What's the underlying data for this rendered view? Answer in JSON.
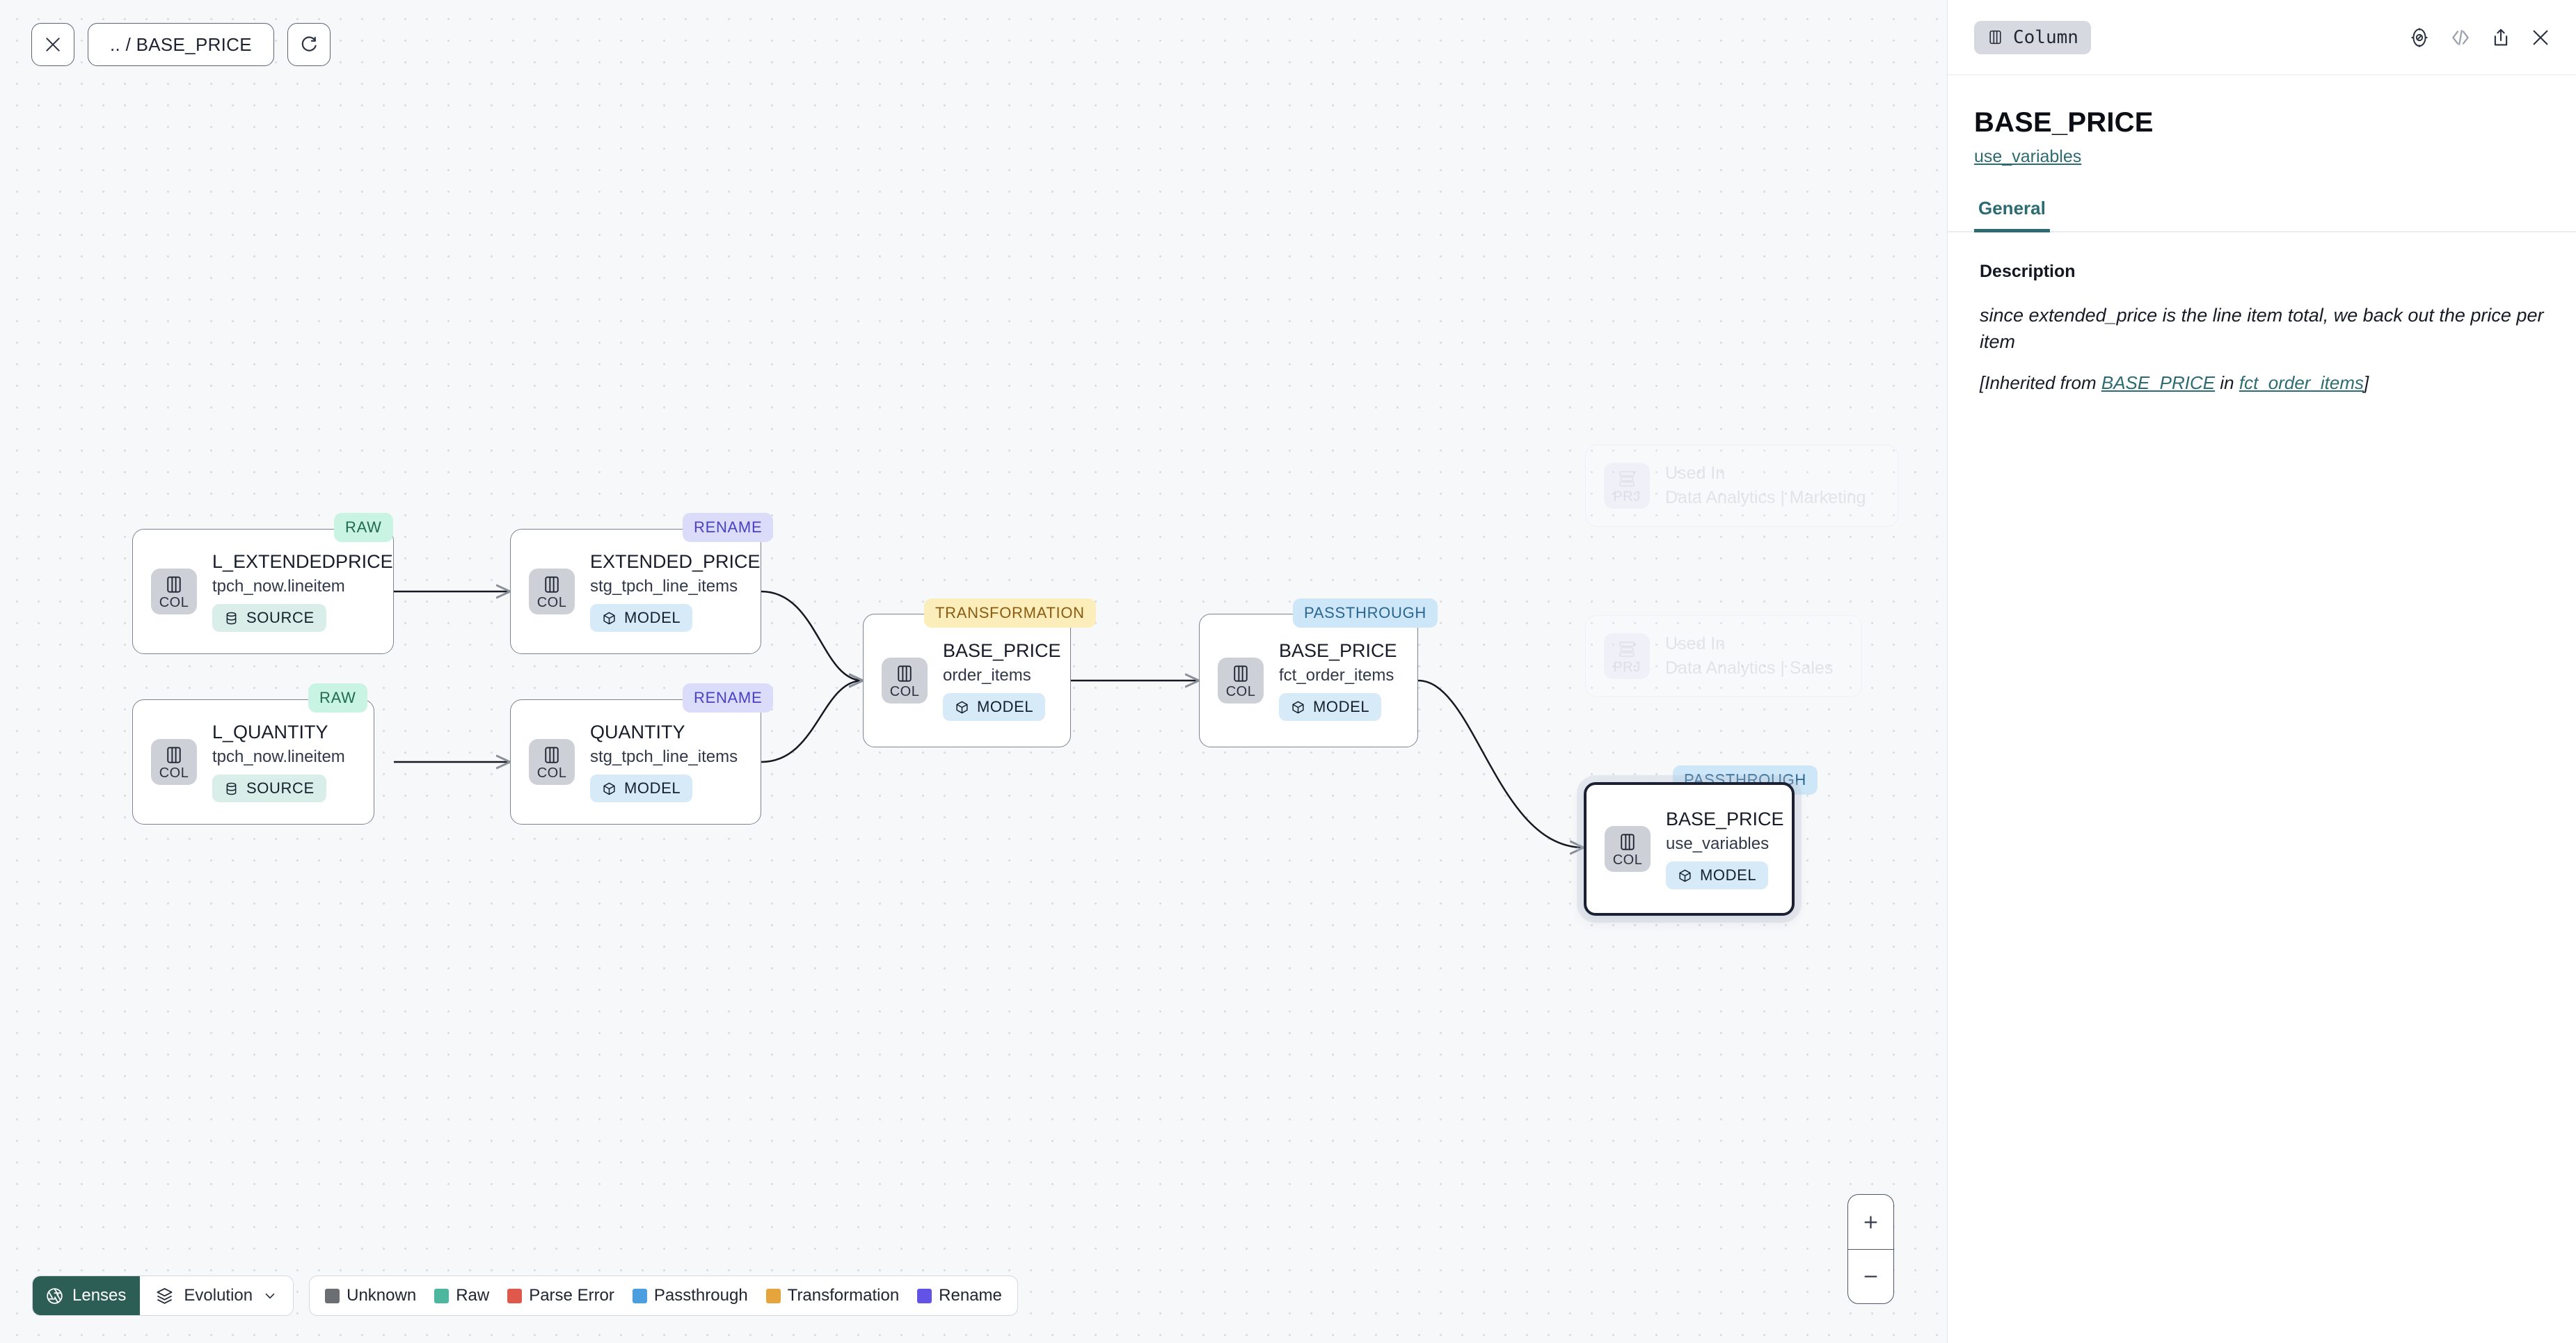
{
  "toolbar": {
    "close_icon": "close-icon",
    "breadcrumb": ".. / BASE_PRICE",
    "refresh_icon": "refresh-icon"
  },
  "graph": {
    "nodes": [
      {
        "id": "l_extendedprice",
        "title": "L_EXTENDEDPRICE",
        "subtitle": "tpch_now.lineitem",
        "kind": "COL",
        "pill": "SOURCE",
        "pill_icon": "database-icon",
        "tag": "RAW",
        "selected": false
      },
      {
        "id": "l_quantity",
        "title": "L_QUANTITY",
        "subtitle": "tpch_now.lineitem",
        "kind": "COL",
        "pill": "SOURCE",
        "pill_icon": "database-icon",
        "tag": "RAW",
        "selected": false
      },
      {
        "id": "extended_price",
        "title": "EXTENDED_PRICE",
        "subtitle": "stg_tpch_line_items",
        "kind": "COL",
        "pill": "MODEL",
        "pill_icon": "cube-icon",
        "tag": "RENAME",
        "selected": false
      },
      {
        "id": "quantity",
        "title": "QUANTITY",
        "subtitle": "stg_tpch_line_items",
        "kind": "COL",
        "pill": "MODEL",
        "pill_icon": "cube-icon",
        "tag": "RENAME",
        "selected": false
      },
      {
        "id": "base_price_order_items",
        "title": "BASE_PRICE",
        "subtitle": "order_items",
        "kind": "COL",
        "pill": "MODEL",
        "pill_icon": "cube-icon",
        "tag": "TRANSFORMATION",
        "selected": false
      },
      {
        "id": "base_price_fct",
        "title": "BASE_PRICE",
        "subtitle": "fct_order_items",
        "kind": "COL",
        "pill": "MODEL",
        "pill_icon": "cube-icon",
        "tag": "PASSTHROUGH",
        "selected": false
      },
      {
        "id": "base_price_use_variables",
        "title": "BASE_PRICE",
        "subtitle": "use_variables",
        "kind": "COL",
        "pill": "MODEL",
        "pill_icon": "cube-icon",
        "tag": "PASSTHROUGH",
        "selected": true
      }
    ],
    "ghost_nodes": [
      {
        "id": "used_in_marketing",
        "title": "Used In",
        "subtitle": "Data Analytics | Marketing",
        "kind": "PRJ"
      },
      {
        "id": "used_in_sales",
        "title": "Used In",
        "subtitle": "Data Analytics | Sales",
        "kind": "PRJ"
      }
    ]
  },
  "bottom": {
    "lenses_label": "Lenses",
    "lenses_icon": "aperture-icon",
    "evolution_label": "Evolution",
    "evolution_icon": "layers-icon",
    "chevron_icon": "chevron-down-icon",
    "legend": [
      {
        "label": "Unknown",
        "color": "#6b6f74"
      },
      {
        "label": "Raw",
        "color": "#4cb79e"
      },
      {
        "label": "Parse Error",
        "color": "#e0574c"
      },
      {
        "label": "Passthrough",
        "color": "#4b9fe1"
      },
      {
        "label": "Transformation",
        "color": "#e6a53c"
      },
      {
        "label": "Rename",
        "color": "#6253e6"
      }
    ],
    "zoom_in": "+",
    "zoom_out": "–"
  },
  "panel": {
    "chip_label": "Column",
    "chip_icon": "column-icon",
    "icons": [
      "compass-icon",
      "code-icon",
      "share-icon",
      "close-icon"
    ],
    "title": "BASE_PRICE",
    "link": "use_variables",
    "tabs": [
      {
        "label": "General",
        "active": true
      }
    ],
    "description_label": "Description",
    "description_text": "since extended_price is the line item total, we back out the price per item",
    "inherited_prefix": "[Inherited from ",
    "inherited_column": "BASE_PRICE",
    "inherited_middle": " in ",
    "inherited_model": "fct_order_items",
    "inherited_suffix": "]"
  },
  "colors": {
    "accent_teal": "#2c6c70",
    "lens_green": "#2c5e55",
    "canvas_bg": "#f7f8fa"
  }
}
